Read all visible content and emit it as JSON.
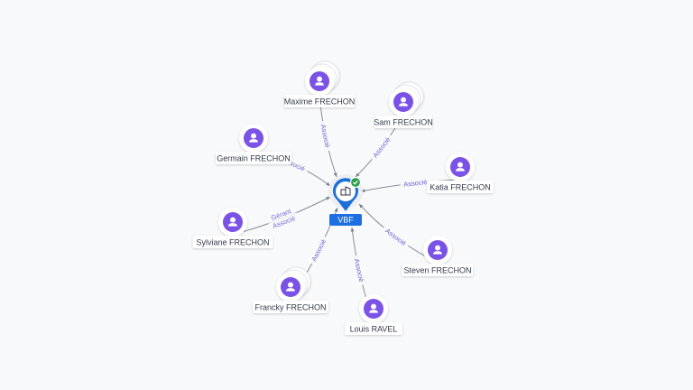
{
  "company": {
    "name": "VBF",
    "icon": "building-icon",
    "status_icon": "check-icon",
    "colors": {
      "pin": "#1c6fd6",
      "badge": "#1e6fe0",
      "check": "#2e9d4c"
    }
  },
  "persons": [
    {
      "id": "maxime",
      "name": "Maxime FRECHON",
      "relations": [
        "Associé"
      ],
      "stacked": true,
      "icon": "person-icon"
    },
    {
      "id": "sam",
      "name": "Sam FRECHON",
      "relations": [
        "Associé"
      ],
      "stacked": true,
      "icon": "person-icon"
    },
    {
      "id": "germain",
      "name": "Germain FRECHON",
      "relations": [
        "Associé"
      ],
      "stacked": false,
      "icon": "person-icon"
    },
    {
      "id": "katia",
      "name": "Katia FRECHON",
      "relations": [
        "Associé"
      ],
      "stacked": false,
      "icon": "person-icon"
    },
    {
      "id": "sylviane",
      "name": "Sylviane FRECHON",
      "relations": [
        "Gérant",
        "Associé"
      ],
      "stacked": false,
      "icon": "person-icon"
    },
    {
      "id": "steven",
      "name": "Steven FRECHON",
      "relations": [
        "Associé"
      ],
      "stacked": false,
      "icon": "person-icon"
    },
    {
      "id": "francky",
      "name": "Francky FRECHON",
      "relations": [
        "Associé"
      ],
      "stacked": true,
      "icon": "person-icon"
    },
    {
      "id": "louis",
      "name": "Louis RAVEL",
      "relations": [
        "Associé"
      ],
      "stacked": false,
      "icon": "person-icon"
    }
  ],
  "colors": {
    "person_fill": "#7b52e6",
    "edge": "#8a8d99",
    "edge_label": "#7468d8"
  }
}
